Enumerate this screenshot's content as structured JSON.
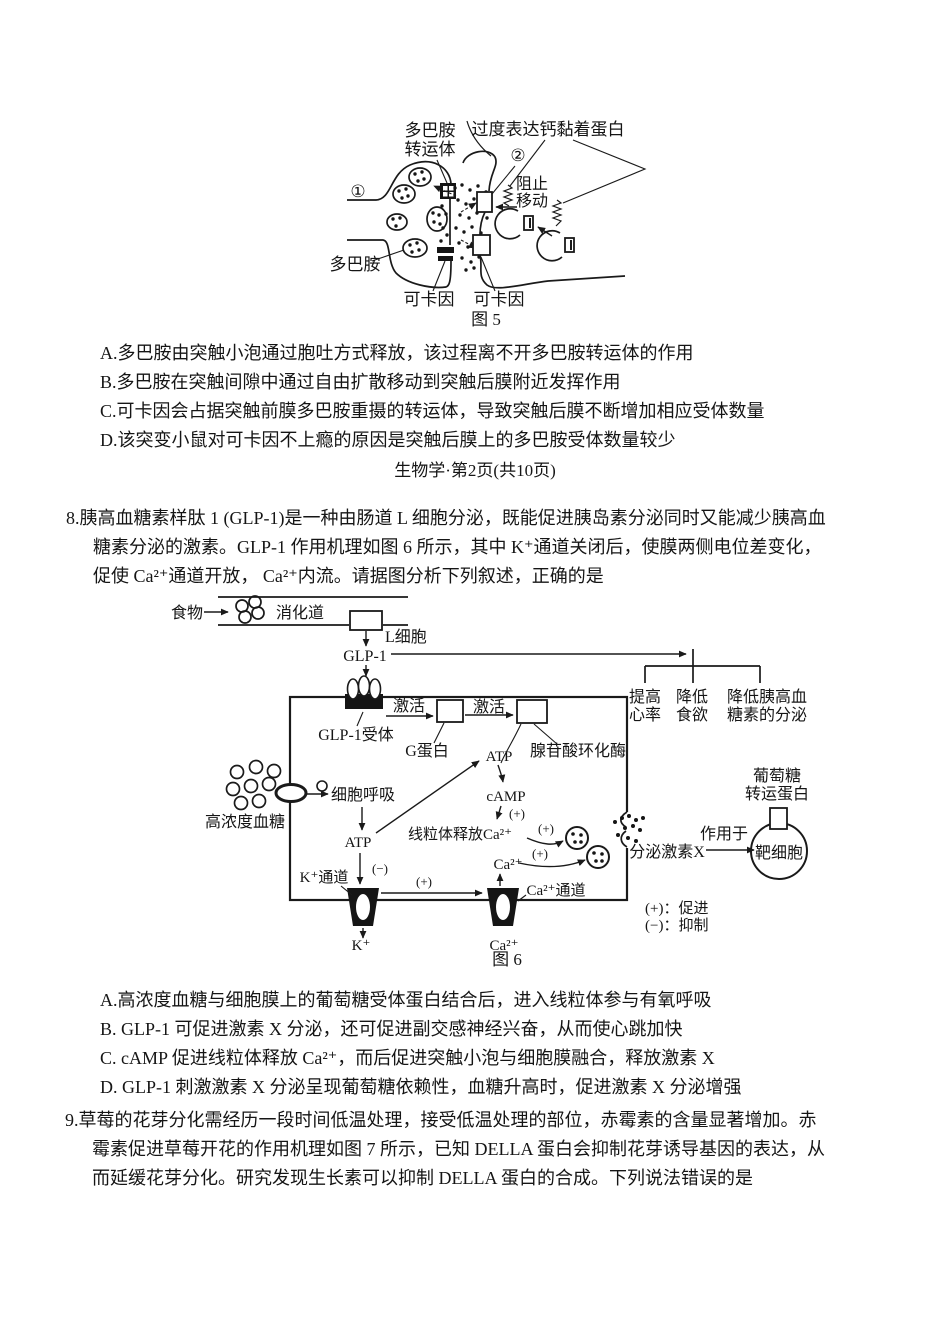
{
  "footer": "生物学·第2页(共10页)",
  "q7": {
    "options": [
      "A.多巴胺由突触小泡通过胞吐方式释放，该过程离不开多巴胺转运体的作用",
      "B.多巴胺在突触间隙中通过自由扩散移动到突触后膜附近发挥作用",
      "C.可卡因会占据突触前膜多巴胺重摄的转运体，导致突触后膜不断增加相应受体数量",
      "D.该突变小鼠对可卡因不上瘾的原因是突触后膜上的多巴胺受体数量较少"
    ]
  },
  "q8": {
    "lines": [
      "8.胰高血糖素样肽 1 (GLP-1)是一种由肠道 L 细胞分泌，既能促进胰岛素分泌同时又能减少胰高血",
      "糖素分泌的激素。GLP-1 作用机理如图 6 所示，其中 K⁺通道关闭后，使膜两侧电位差变化，",
      "促使 Ca²⁺通道开放， Ca²⁺内流。请据图分析下列叙述，正确的是"
    ],
    "options": [
      "A.高浓度血糖与细胞膜上的葡萄糖受体蛋白结合后，进入线粒体参与有氧呼吸",
      "B. GLP-1 可促进激素 X 分泌，还可促进副交感神经兴奋，从而使心跳加快",
      "C. cAMP 促进线粒体释放 Ca²⁺，而后促进突触小泡与细胞膜融合，释放激素 X",
      "D. GLP-1 刺激激素 X 分泌呈现葡萄糖依赖性，血糖升高时，促进激素 X 分泌增强"
    ]
  },
  "q9": {
    "lines": [
      "9.草莓的花芽分化需经历一段时间低温处理，接受低温处理的部位，赤霉素的含量显著增加。赤",
      "霉素促进草莓开花的作用机理如图 7 所示，已知 DELLA 蛋白会抑制花芽诱导基因的表达，从",
      "而延缓花芽分化。研究发现生长素可以抑制 DELLA 蛋白的合成。下列说法错误的是"
    ]
  },
  "fig5": {
    "caption": "图 5",
    "transporter_l1": "多巴胺",
    "transporter_l2": "转运体",
    "cadherin": "过度表达钙黏着蛋白",
    "num1": "①",
    "num2": "②",
    "block_l1": "阻止",
    "block_l2": "移动",
    "dopamine": "多巴胺",
    "cocaine_left": "可卡因",
    "cocaine_right": "可卡因"
  },
  "fig6": {
    "caption": "图 6",
    "food": "食物",
    "digestive_tract": "消化道",
    "l_cell": "L细胞",
    "glp1": "GLP-1",
    "glp1_receptor": "GLP-1受体",
    "activate1": "激活",
    "activate2": "激活",
    "g_protein": "G蛋白",
    "adenylate_cyclase": "腺苷酸环化酶",
    "atp_upper": "ATP",
    "camp": "cAMP",
    "plus_camp": "(+)",
    "mito_release": "线粒体释放Ca²⁺",
    "plus_mito": "(+)",
    "plus_ca": "(+)",
    "ca_in": "Ca²⁺",
    "cell_respiration": "细胞呼吸",
    "atp_lower": "ATP",
    "minus_k": "(−)",
    "k_channel": "K⁺通道",
    "plus_k_to_ca": "(+)",
    "k_ion": "K⁺",
    "ca_channel": "Ca²⁺通道",
    "ca_below": "Ca²⁺",
    "secrete_x": "分泌激素X",
    "act_on": "作用于",
    "target_cell": "靶细胞",
    "glut_l1": "葡萄糖",
    "glut_l2": "转运蛋白",
    "high_glucose": "高浓度血糖",
    "heart_l1": "提高",
    "heart_l2": "心率",
    "appetite_l1": "降低",
    "appetite_l2": "食欲",
    "glucagon_l1": "降低胰高血",
    "glucagon_l2": "糖素的分泌",
    "legend_plus": "(+)：促进",
    "legend_minus": "(−)：抑制"
  }
}
